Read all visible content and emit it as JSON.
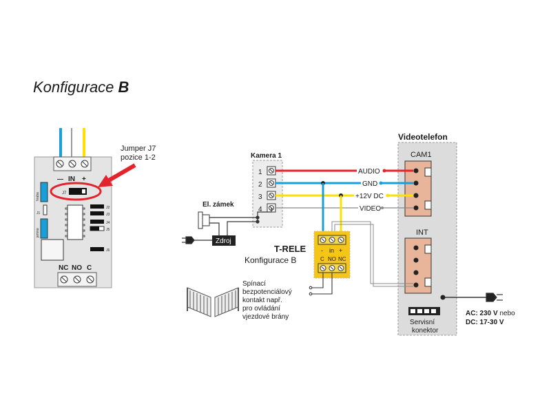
{
  "title": {
    "prefix": "Konfigurace ",
    "suffix": "B"
  },
  "board": {
    "in_label": "IN",
    "minus": "—",
    "plus": "+",
    "jumper_label": "J7",
    "side_top": "hraba",
    "side_bottom": "jemno",
    "j1": "J1",
    "j2": "J2",
    "j3": "J3",
    "j4": "J4",
    "j5": "J5",
    "j6": "J6",
    "nc": "NC",
    "no": "NO",
    "c": "C"
  },
  "callout": {
    "line1": "Jumper J7",
    "line2": "pozice 1-2"
  },
  "camera": {
    "title": "Kamera 1",
    "terminals": [
      "1",
      "2",
      "3",
      "4"
    ]
  },
  "wires": {
    "audio": "AUDIO",
    "gnd": "GND",
    "v12": "+12V DC",
    "video": "VIDEO"
  },
  "lock": {
    "label": "El. zámek",
    "supply": "Zdroj"
  },
  "relay": {
    "title": "T-RELE",
    "subtitle": "Konfigurace B",
    "top": {
      "minus": "-",
      "in": "in",
      "plus": "+"
    },
    "bottom": {
      "c": "C",
      "no": "NO",
      "nc": "NC"
    }
  },
  "gate_note": [
    "Spínací",
    "bezpotenciálový",
    "kontakt např.",
    "pro ovládání",
    "vjezdové brány"
  ],
  "videophone": {
    "title": "Videotelefon",
    "cam": "CAM1",
    "int": "INT",
    "service": [
      "Servisní",
      "konektor"
    ]
  },
  "power": {
    "ac": "AC: 230 V",
    "ac_suffix": " nebo",
    "dc": "DC: 17-30 V"
  },
  "colors": {
    "red": "#e5232c",
    "blue": "#1aa0d8",
    "yellow": "#ffe000",
    "relay": "#f5c518",
    "pink": "#e8b49a",
    "gray_panel": "#dcdcdc"
  }
}
